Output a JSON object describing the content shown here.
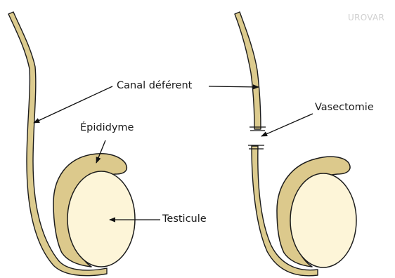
{
  "watermark": "UROVAR",
  "labels": {
    "vas_deferens": "Canal déférent",
    "epididymis": "Épididyme",
    "testicle": "Testicule",
    "vasectomy": "Vasectomie"
  },
  "colors": {
    "duct_fill": "#dccb8e",
    "epididymis_fill": "#dcc98c",
    "testicle_fill": "#fdf5d8",
    "outline": "#1c1c1c",
    "watermark": "#cfcfcf"
  }
}
